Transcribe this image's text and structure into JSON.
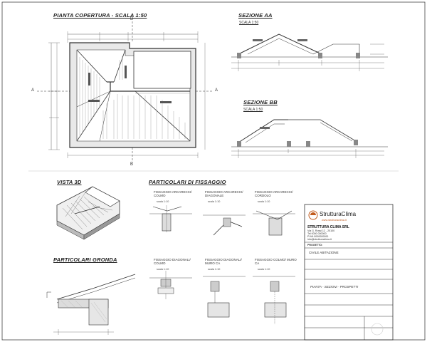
{
  "plan": {
    "title": "PIANTA COPERTURA - SCALA 1:50",
    "section_marker_a": "A",
    "section_marker_b": "B"
  },
  "section_aa": {
    "title": "SEZIONE AA",
    "scale": "SCALA 1:50"
  },
  "section_bb": {
    "title": "SEZIONE BB",
    "scale": "SCALA 1:50"
  },
  "view3d": {
    "title": "VISTA 3D"
  },
  "gronda": {
    "title": "PARTICOLARI GRONDA"
  },
  "fissaggio": {
    "title": "PARTICOLARI DI FISSAGGIO",
    "details": [
      {
        "title": "FISSAGGIO ARCARECCI/ COLMO",
        "scale": "scala 1:10"
      },
      {
        "title": "FISSAGGIO ARCARECCI/ DIAGONALE",
        "scale": "scala 1:10"
      },
      {
        "title": "FISSAGGIO ARCARECCI/ CORDOLO",
        "scale": "scala 1:10"
      },
      {
        "title": "FISSAGGIO DIAGONALI/ COLMO",
        "scale": "scala 1:10"
      },
      {
        "title": "FISSAGGIO DIAGONALI/ MURO CA",
        "scale": "scala 1:10"
      },
      {
        "title": "FISSAGGIO COLMO/ MURO CA",
        "scale": "scala 1:10"
      }
    ]
  },
  "title_block": {
    "brand_name": "StrutturaClima",
    "brand_tagline": "www.strutturaclima.it",
    "company": "STRUTTURA CLIMA SRL",
    "address_lines": [
      "Via G. Rossi 12 - 20100",
      "Tel 0000 000000",
      "P.IVA 0000000000",
      "info@strutturaclima.it"
    ],
    "project_label": "PROGETTO:",
    "project_value": "CIVILE ABITAZIONE",
    "drawing_label": "PIANTA - SEZIONI - PROSPETTI"
  },
  "colors": {
    "line": "#333333",
    "accent": "#c25b1d",
    "hatch": "#777777"
  }
}
